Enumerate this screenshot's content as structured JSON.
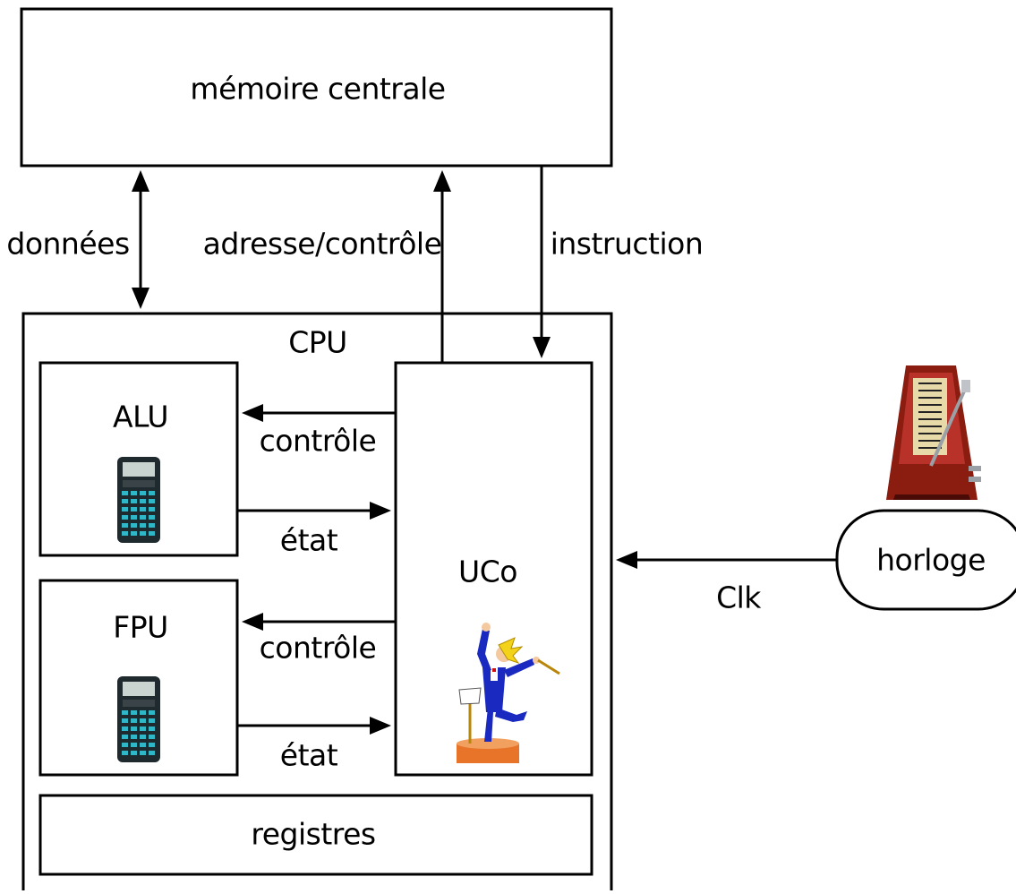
{
  "diagram": {
    "memory_label": "mémoire centrale",
    "cpu_label": "CPU",
    "alu_label": "ALU",
    "fpu_label": "FPU",
    "uco_label": "UCo",
    "registers_label": "registres",
    "clock_label": "horloge",
    "data_label": "données",
    "address_label": "adresse/contrôle",
    "instruction_label": "instruction",
    "alu_control_label": "contrôle",
    "alu_state_label": "état",
    "fpu_control_label": "contrôle",
    "fpu_state_label": "état",
    "clk_label": "Clk"
  },
  "icons": {
    "alu_icon": "calculator-icon",
    "fpu_icon": "calculator-icon",
    "uco_icon": "conductor-icon",
    "clock_icon": "metronome-icon"
  },
  "colors": {
    "stroke": "#000000",
    "calculator_body": "#1f2a2e",
    "calculator_keys": "#2fb7c8",
    "metronome_wood": "#8b1c10",
    "conductor_suit": "#1a2ac0",
    "podium": "#e8742a"
  }
}
